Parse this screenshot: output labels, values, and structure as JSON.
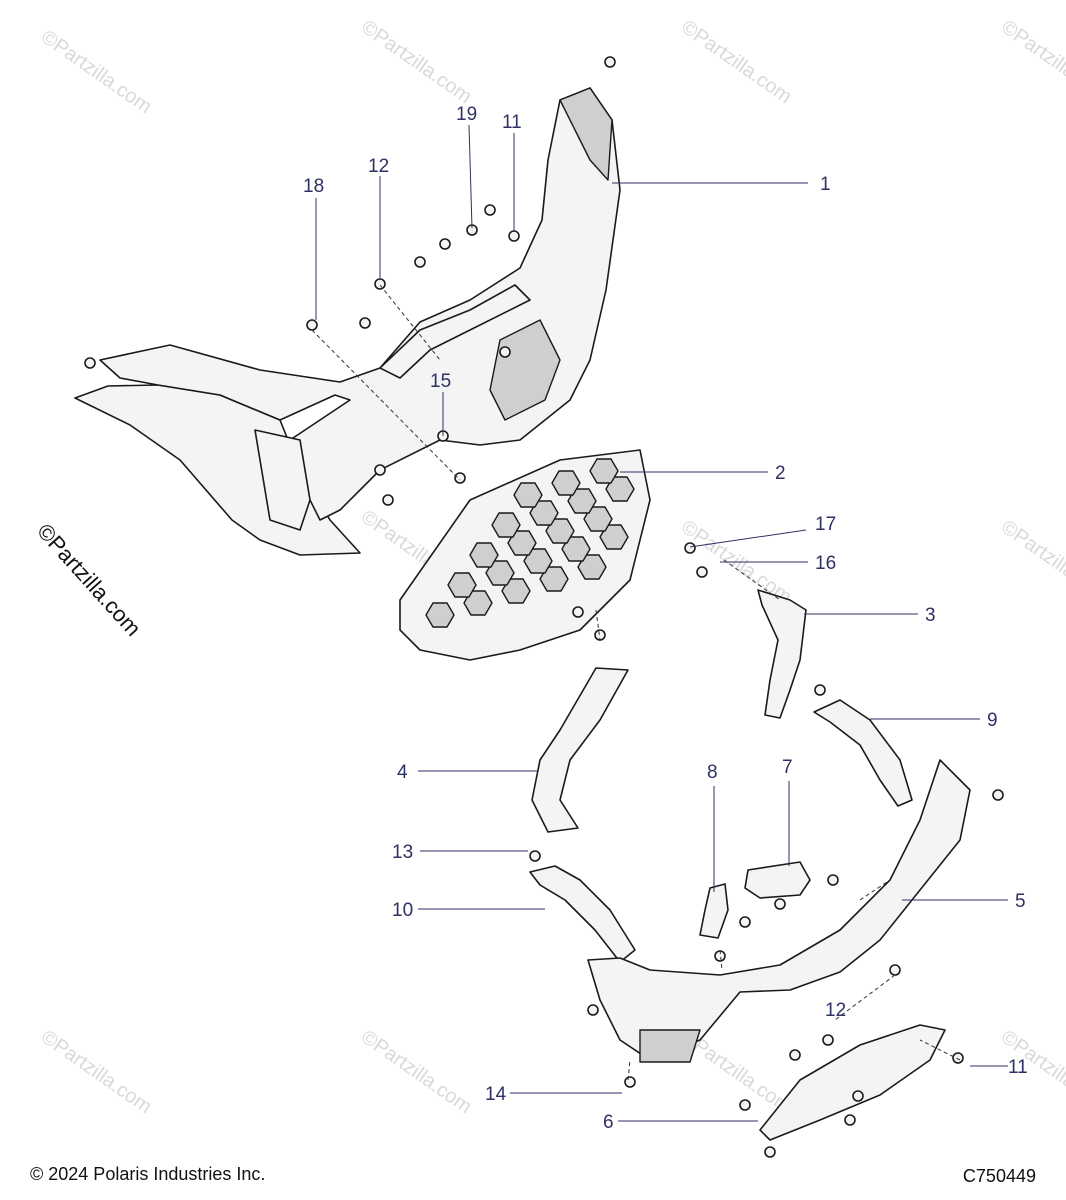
{
  "diagram": {
    "watermark": "©Partzilla.com",
    "callouts": [
      "1",
      "2",
      "3",
      "4",
      "5",
      "6",
      "7",
      "8",
      "9",
      "10",
      "11",
      "11",
      "12",
      "12",
      "13",
      "14",
      "15",
      "16",
      "17",
      "18",
      "19"
    ]
  },
  "footer": {
    "copyright": "© 2024 Polaris Industries Inc.",
    "code": "C750449"
  }
}
